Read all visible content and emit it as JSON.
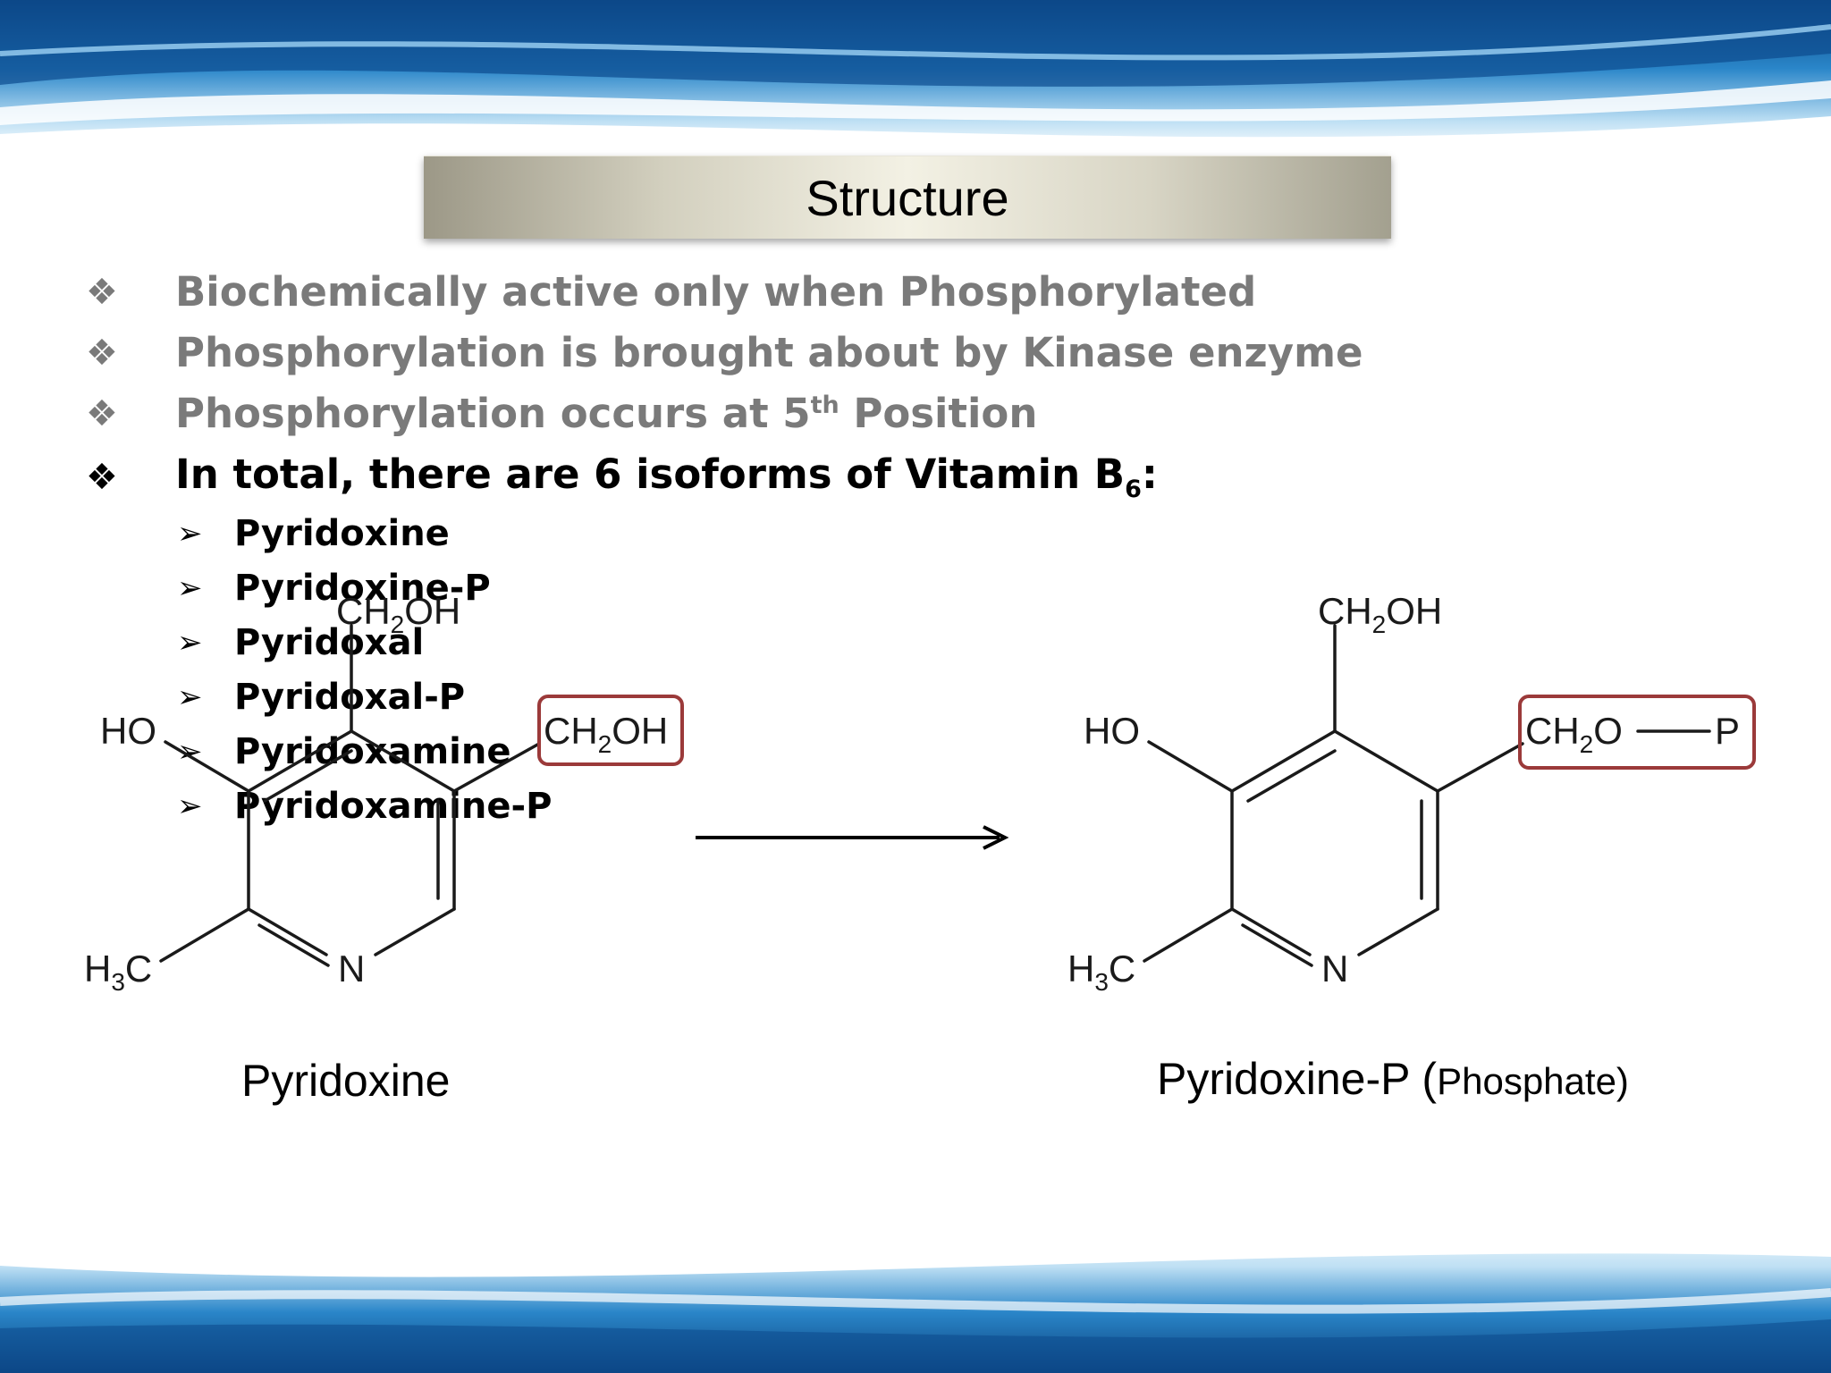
{
  "title": "Structure",
  "bullets": [
    {
      "text": "Biochemically active only when Phosphorylated"
    },
    {
      "text": "Phosphorylation is brought about by Kinase enzyme"
    },
    {
      "pre": "Phosphorylation occurs at 5",
      "sup": "th",
      "post": " Position"
    },
    {
      "pre": "In total, there are 6 isoforms of Vitamin B",
      "sub": "6",
      "post": ":"
    }
  ],
  "isoforms": [
    "Pyridoxine",
    "Pyridoxine-P",
    "Pyridoxal",
    "Pyridoxal-P",
    "Pyridoxamine",
    "Pyridoxamine-P"
  ],
  "left_molecule": {
    "top_group": "CH",
    "top_sub": "2",
    "top_end": "OH",
    "ho": "HO",
    "right_group": "CH",
    "right_sub": "2",
    "right_end": "OH",
    "methyl": "H",
    "methyl_sub": "3",
    "methyl_end": "C",
    "nitrogen": "N",
    "caption": "Pyridoxine"
  },
  "right_molecule": {
    "top_group": "CH",
    "top_sub": "2",
    "top_end": "OH",
    "ho": "HO",
    "right_group": "CH",
    "right_sub": "2",
    "right_end": "O",
    "phosphate": "P",
    "methyl": "H",
    "methyl_sub": "3",
    "methyl_end": "C",
    "nitrogen": "N",
    "caption_main": "Pyridoxine-P (",
    "caption_small": "Phosphate)"
  },
  "colors": {
    "highlight_box": "#9b3a3a",
    "grey_text": "#7a7a7a",
    "wave_blue": "#1f6fb5"
  }
}
